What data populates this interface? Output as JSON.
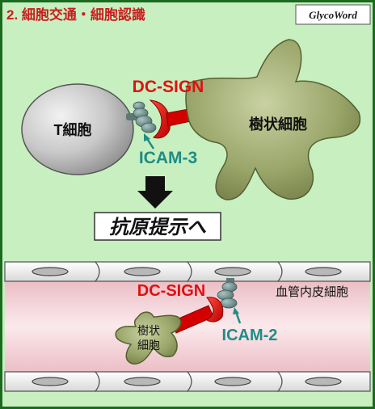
{
  "header": {
    "title": "2. 細胞交通・細胞認識",
    "logo_text": "GlycoWord"
  },
  "top_panel": {
    "t_cell_label": "T細胞",
    "dc_sign_label": "DC-SIGN",
    "icam3_label": "ICAM-3",
    "dendritic_cell_label": "樹状細胞",
    "result_label": "抗原提示へ"
  },
  "bottom_panel": {
    "dc_sign_label": "DC-SIGN",
    "icam2_label": "ICAM-2",
    "dendritic_cell_label_line1": "樹状",
    "dendritic_cell_label_line2": "細胞",
    "endothelial_label": "血管内皮細胞"
  },
  "colors": {
    "frame": "#1a6b1f",
    "background": "#c8efc0",
    "title": "#c81e1e",
    "dc_sign": "#e01010",
    "icam": "#1f8c86",
    "dendritic_cell": "#8d9a5c",
    "t_cell": "#a8a8a8",
    "vessel": "#f1c9cf"
  }
}
